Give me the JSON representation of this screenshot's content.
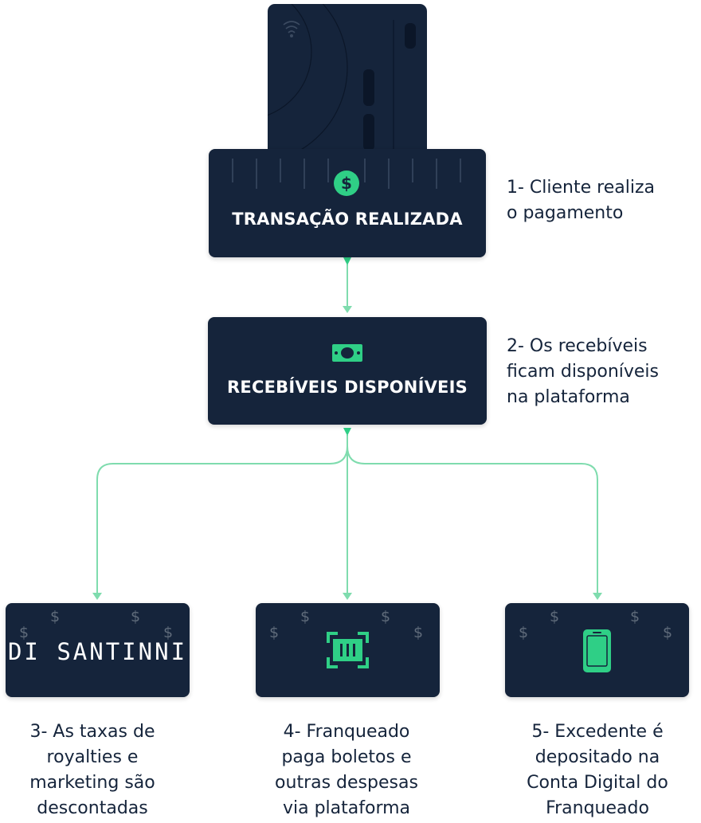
{
  "nodes": {
    "transacao": {
      "title": "TRANSAÇÃO REALIZADA"
    },
    "recebiveis": {
      "title": "RECEBÍVEIS DISPONÍVEIS"
    },
    "royalties": {
      "brand": "DI SANTINNI"
    }
  },
  "captions": {
    "step1": [
      "1- Cliente realiza",
      "o pagamento"
    ],
    "step2": [
      "2- Os recebíveis",
      "ficam disponíveis",
      "na plataforma"
    ],
    "step3": [
      "3- As taxas de",
      "royalties e",
      "marketing são",
      "descontadas"
    ],
    "step4": [
      "4- Franqueado",
      "paga boletos e",
      "outras despesas",
      "via plataforma"
    ],
    "step5": [
      "5- Excedente é",
      "depositado na",
      "Conta Digital do",
      "Franqueado"
    ]
  },
  "icons": {
    "dollar_symbol": "$",
    "coin": "dollar-coin-icon",
    "banknote": "banknote-icon",
    "barcode": "barcode-scan-icon",
    "phone": "smartphone-icon",
    "contactless": "contactless-icon"
  },
  "colors": {
    "navy": "#15243b",
    "green": "#2fcf86",
    "connector": "#7fdcae",
    "text": "#15243b"
  }
}
